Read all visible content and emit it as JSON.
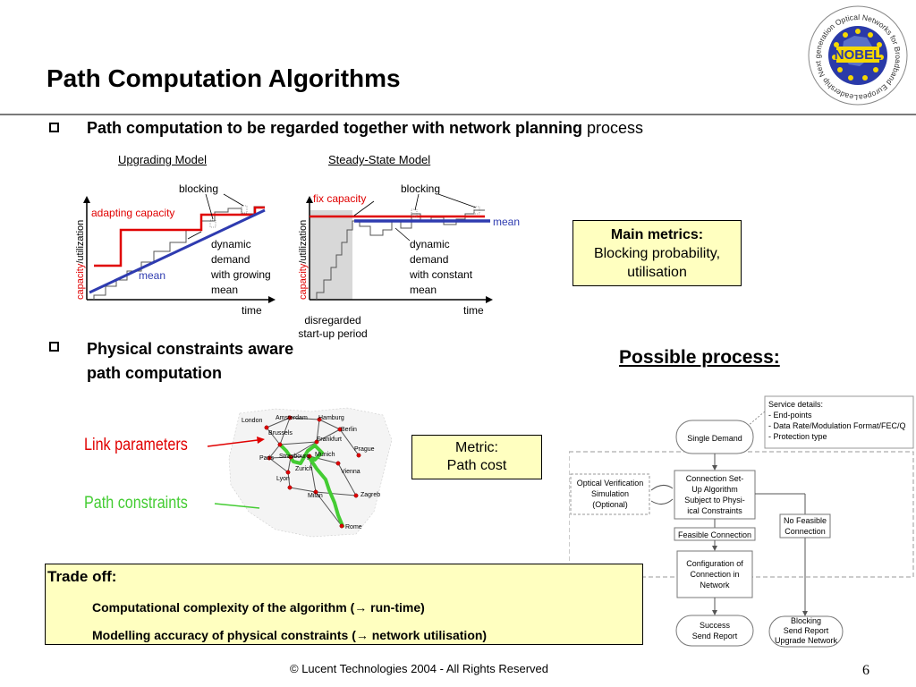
{
  "slide": {
    "title": "Path Computation Algorithms",
    "page_number": "6",
    "footer": "© Lucent Technologies 2004 - All Rights Reserved"
  },
  "logo": {
    "ring_text": "Leadership Next generation Optical Networks for Broadband European",
    "center_text": "NOBEL"
  },
  "bullet1": {
    "text_bold": "Path computation to be regarded together with network planning",
    "text_plain": " process"
  },
  "upgrading": {
    "heading": "Upgrading Model",
    "blocking": "blocking",
    "adapting_capacity": "adapting capacity",
    "y_axis_capacity": "capacity",
    "y_axis_rest": "/utilization",
    "demand_label": [
      "dynamic",
      "demand",
      "with growing",
      "mean"
    ],
    "mean": "mean",
    "time": "time"
  },
  "steady": {
    "heading": "Steady-State Model",
    "blocking": "blocking",
    "fix_capacity": "fix capacity",
    "mean": "mean",
    "y_axis_capacity": "capacity",
    "y_axis_rest": "/utilization",
    "demand_label": [
      "dynamic",
      "demand",
      "with constant",
      "mean"
    ],
    "time": "time",
    "disregarded": [
      "disregarded",
      "start-up period"
    ]
  },
  "main_metrics": {
    "title": "Main metrics:",
    "line1": "Blocking probability,",
    "line2": "utilisation"
  },
  "bullet2": {
    "line1": "Physical constraints aware",
    "line2": "path computation"
  },
  "possible_process": "Possible process:",
  "map": {
    "link_parameters": "Link parameters",
    "path_constraints": "Path constraints",
    "cities": [
      "London",
      "Amsterdam",
      "Hamburg",
      "Berlin",
      "Brussels",
      "Frankfurt",
      "Prague",
      "Paris",
      "Strasbourg",
      "Munich",
      "Zurich",
      "Vienna",
      "Lyon",
      "Milan",
      "Zagreb",
      "Rome"
    ]
  },
  "metric_box": {
    "line1": "Metric:",
    "line2": "Path cost"
  },
  "flow": {
    "service_details": [
      "Service details:",
      "- End-points",
      "- Data Rate/Modulation Format/FEC/Q",
      "- Protection type"
    ],
    "single_demand": "Single Demand",
    "optical_verification": [
      "Optical Verification",
      "Simulation",
      "(Optional)"
    ],
    "connection_setup": [
      "Connection Set-",
      "Up Algorithm",
      "Subject to Physi-",
      "ical Constraints"
    ],
    "no_feasible": [
      "No Feasible",
      "Connection"
    ],
    "feasible_connection": "Feasible Connection",
    "configuration": [
      "Configuration of",
      "Connection in",
      "Network"
    ],
    "success": [
      "Success",
      "Send Report"
    ],
    "blocking": [
      "Blocking",
      "Send Report",
      "Upgrade Network"
    ]
  },
  "tradeoff": {
    "title": "Trade off:",
    "line1_a": "Computational complexity of the algorithm (",
    "line1_arrow": "→",
    "line1_b": " run-time)",
    "line2_a": "Modelling accuracy of physical constraints (",
    "line2_arrow": "→",
    "line2_b": " network utilisation)"
  },
  "colors": {
    "red": "#e00000",
    "blue": "#2e3bb0",
    "green": "#44cc33",
    "yellow_box": "#ffffc0",
    "logo_blue": "#2a3aa8",
    "logo_yellow": "#f5d800"
  }
}
